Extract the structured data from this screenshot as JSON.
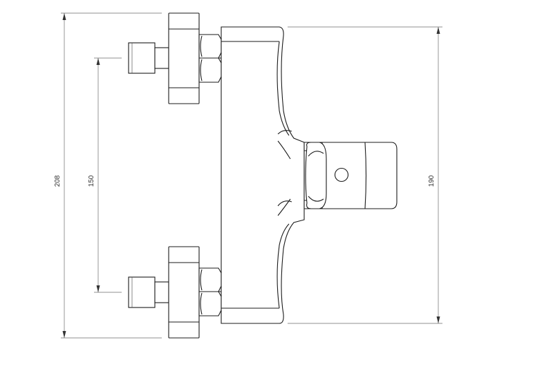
{
  "drawing": {
    "dimensions": {
      "overall_height": "208",
      "inlet_spacing": "150",
      "body_height": "190"
    }
  }
}
